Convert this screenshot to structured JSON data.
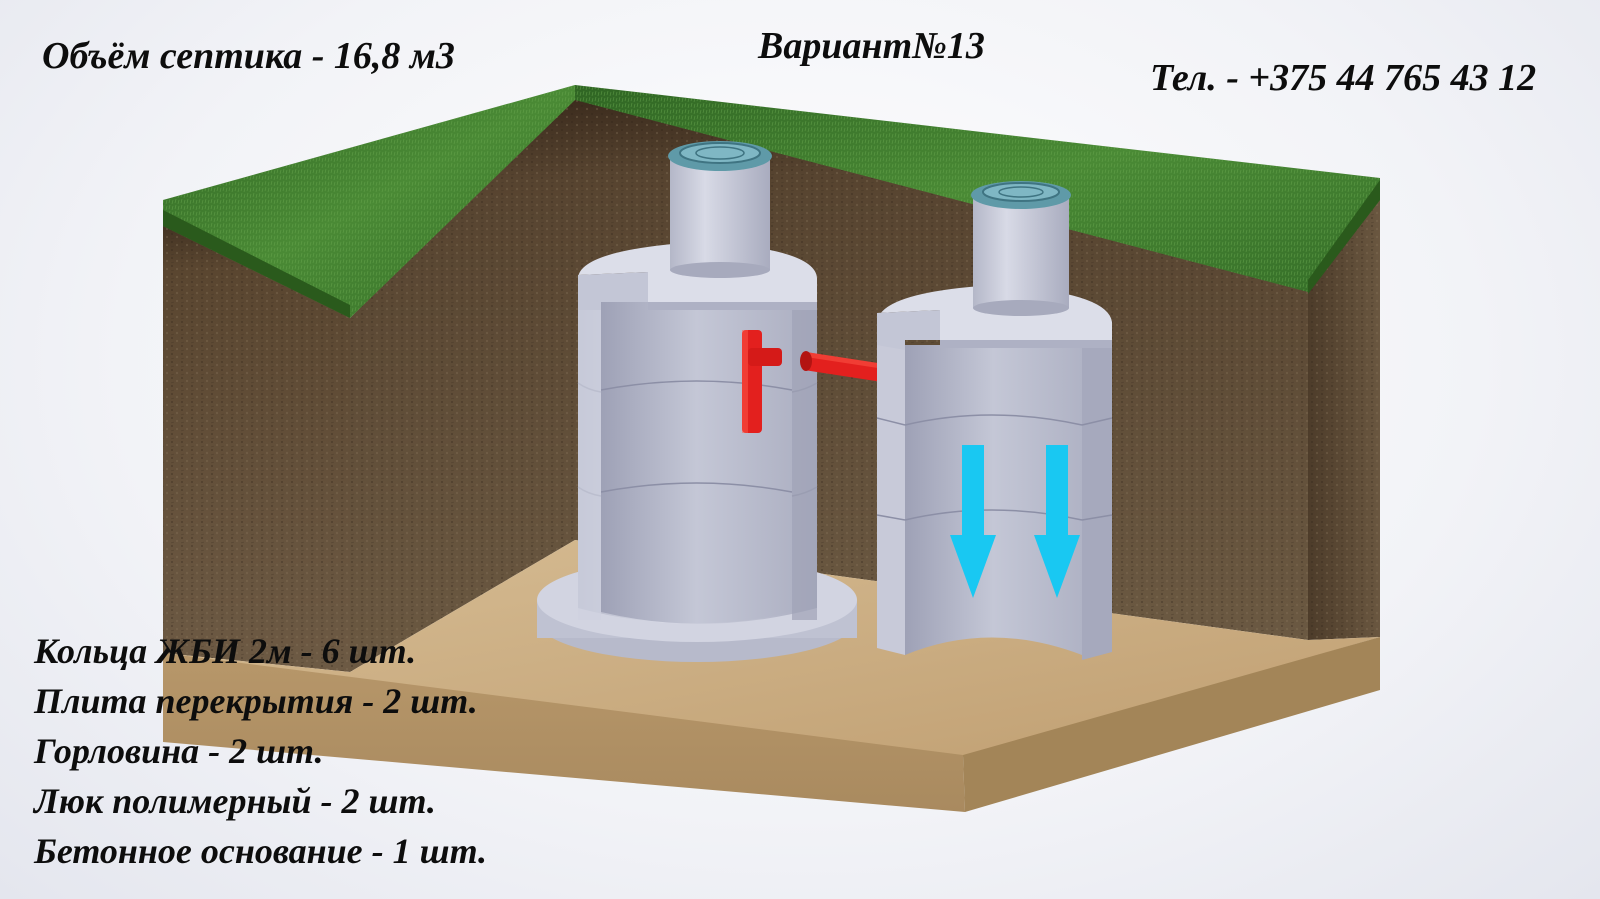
{
  "header": {
    "volume": "Объём септика - 16,8 м3",
    "variant": "Вариант№13",
    "phone": "Тел. - +375 44 765 43 12"
  },
  "specs": [
    "Кольца ЖБИ 2м - 6 шт.",
    "Плита перекрытия - 2 шт.",
    "Горловина - 2 шт.",
    "Люк полимерный - 2 шт.",
    "Бетонное основание - 1 шт."
  ],
  "colors": {
    "grass": "#3f7a2c",
    "soil": "#5a4630",
    "sand": "#c9ad82",
    "concrete": "#c7c9d9",
    "pipe": "#e3201e",
    "arrow": "#19c8f2",
    "hatch": "#5f9aa8"
  }
}
